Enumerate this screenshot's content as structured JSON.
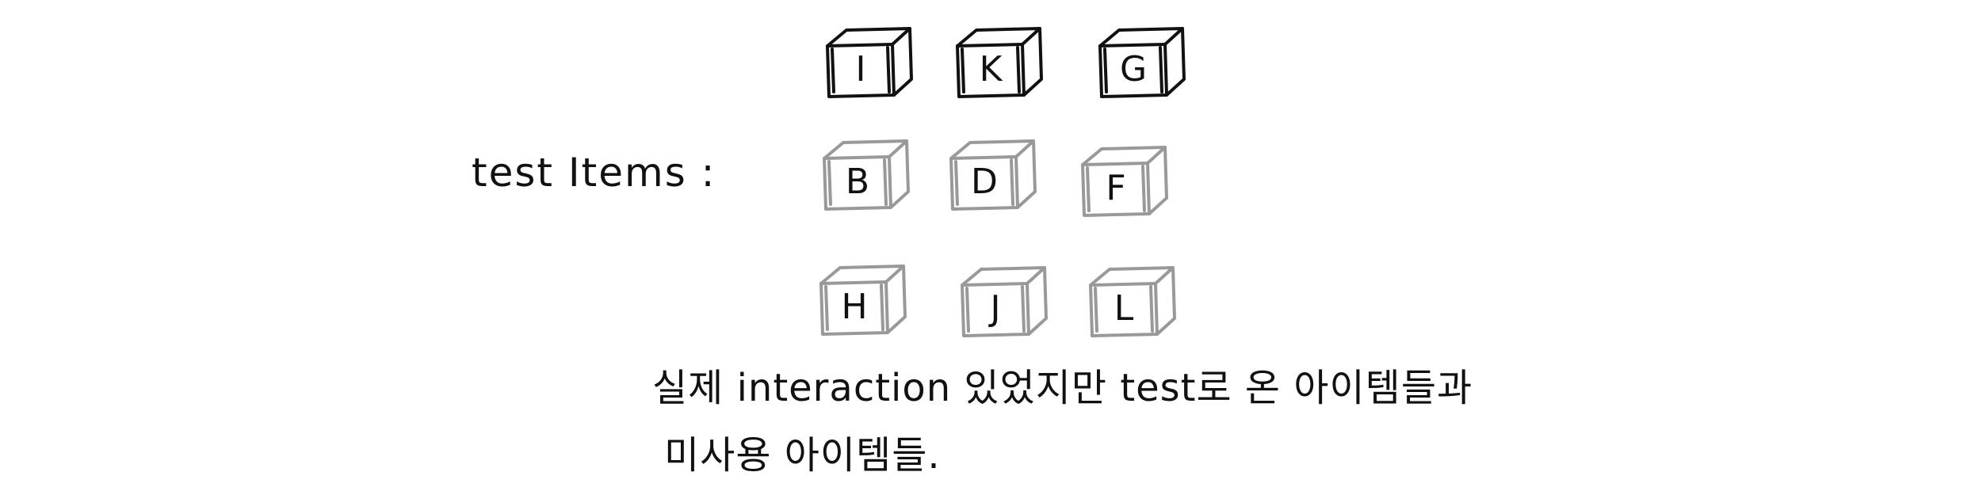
{
  "label": "test Items :",
  "rows": [
    {
      "style": "dark",
      "items": [
        "I",
        "K",
        "G"
      ]
    },
    {
      "style": "gray",
      "items": [
        "B",
        "D",
        "F"
      ]
    },
    {
      "style": "gray",
      "items": [
        "H",
        "J",
        "L"
      ]
    }
  ],
  "note": {
    "line1": "실제 interaction 있었지만 test로 온 아이템들과",
    "line2": "미사용 아이템들."
  },
  "colors": {
    "dark_cube": "#111111",
    "gray_cube": "#999999",
    "text": "#111111"
  }
}
